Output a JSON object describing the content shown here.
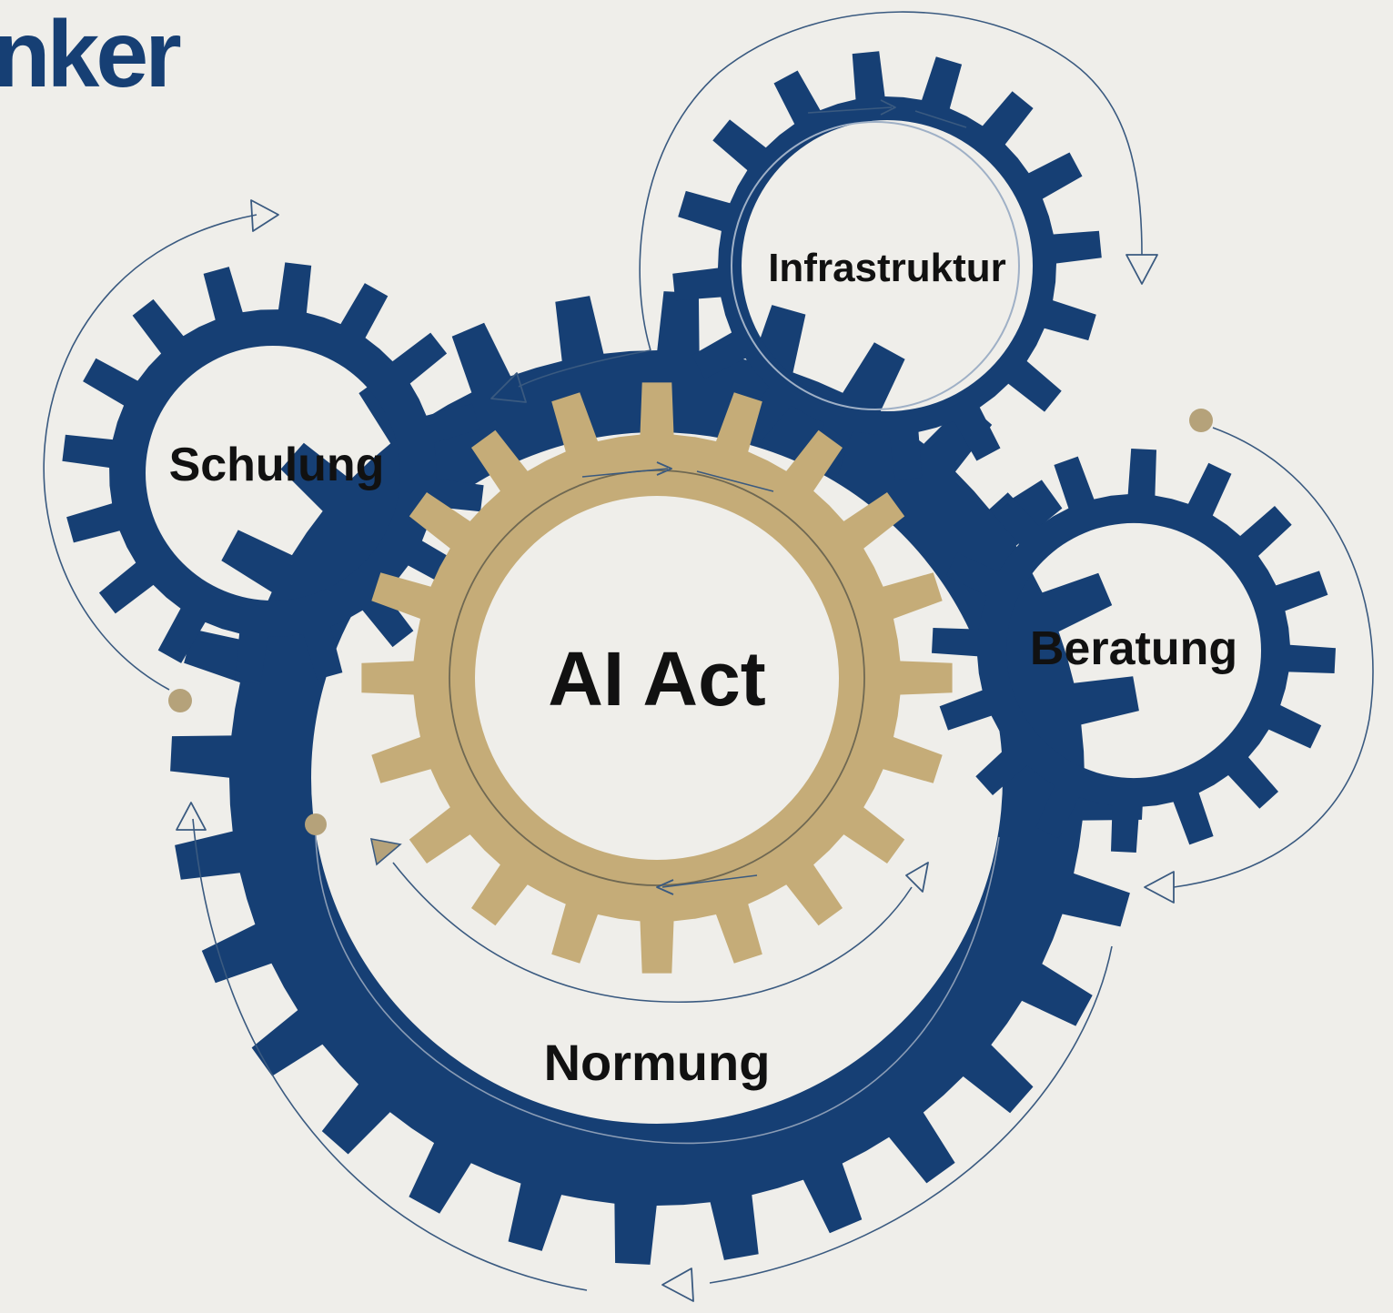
{
  "heading": "nker",
  "colors": {
    "background": "#efeeea",
    "navy": "#163f74",
    "gold": "#c5ac78",
    "gear_center": "#efeeea",
    "label": "#111111",
    "arrow": "#3a5a80",
    "dot": "#b5a27a"
  },
  "gears": {
    "center": {
      "label": "AI Act",
      "color": "gold"
    },
    "bottom": {
      "label": "Normung",
      "color": "navy"
    },
    "left": {
      "label": "Schulung",
      "color": "navy"
    },
    "top": {
      "label": "Infrastruktur",
      "color": "navy"
    },
    "right": {
      "label": "Beratung",
      "color": "navy"
    }
  },
  "icons": {
    "cycle_arrow": "outline-triangle-arrow",
    "anchor_dot": "filled-circle"
  }
}
